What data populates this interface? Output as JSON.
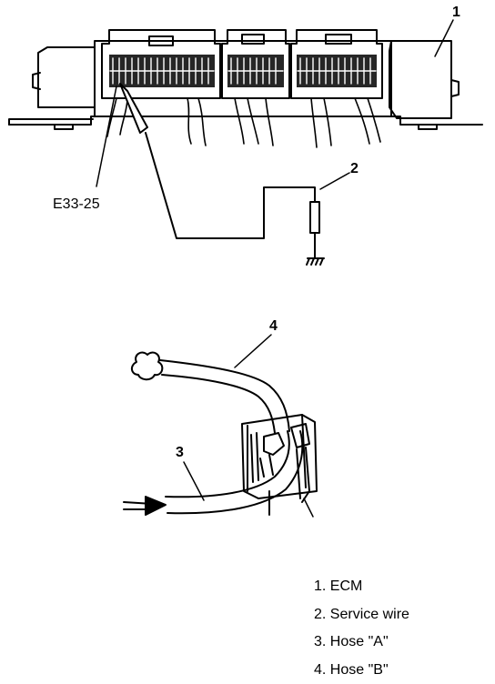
{
  "callouts": {
    "ecm_number": "1",
    "service_wire_number": "2",
    "hose_a_number": "3",
    "hose_b_number": "4",
    "terminal_label": "E33-25"
  },
  "legend": [
    "1. ECM",
    "2. Service wire",
    "3. Hose \"A\"",
    "4. Hose \"B\""
  ]
}
